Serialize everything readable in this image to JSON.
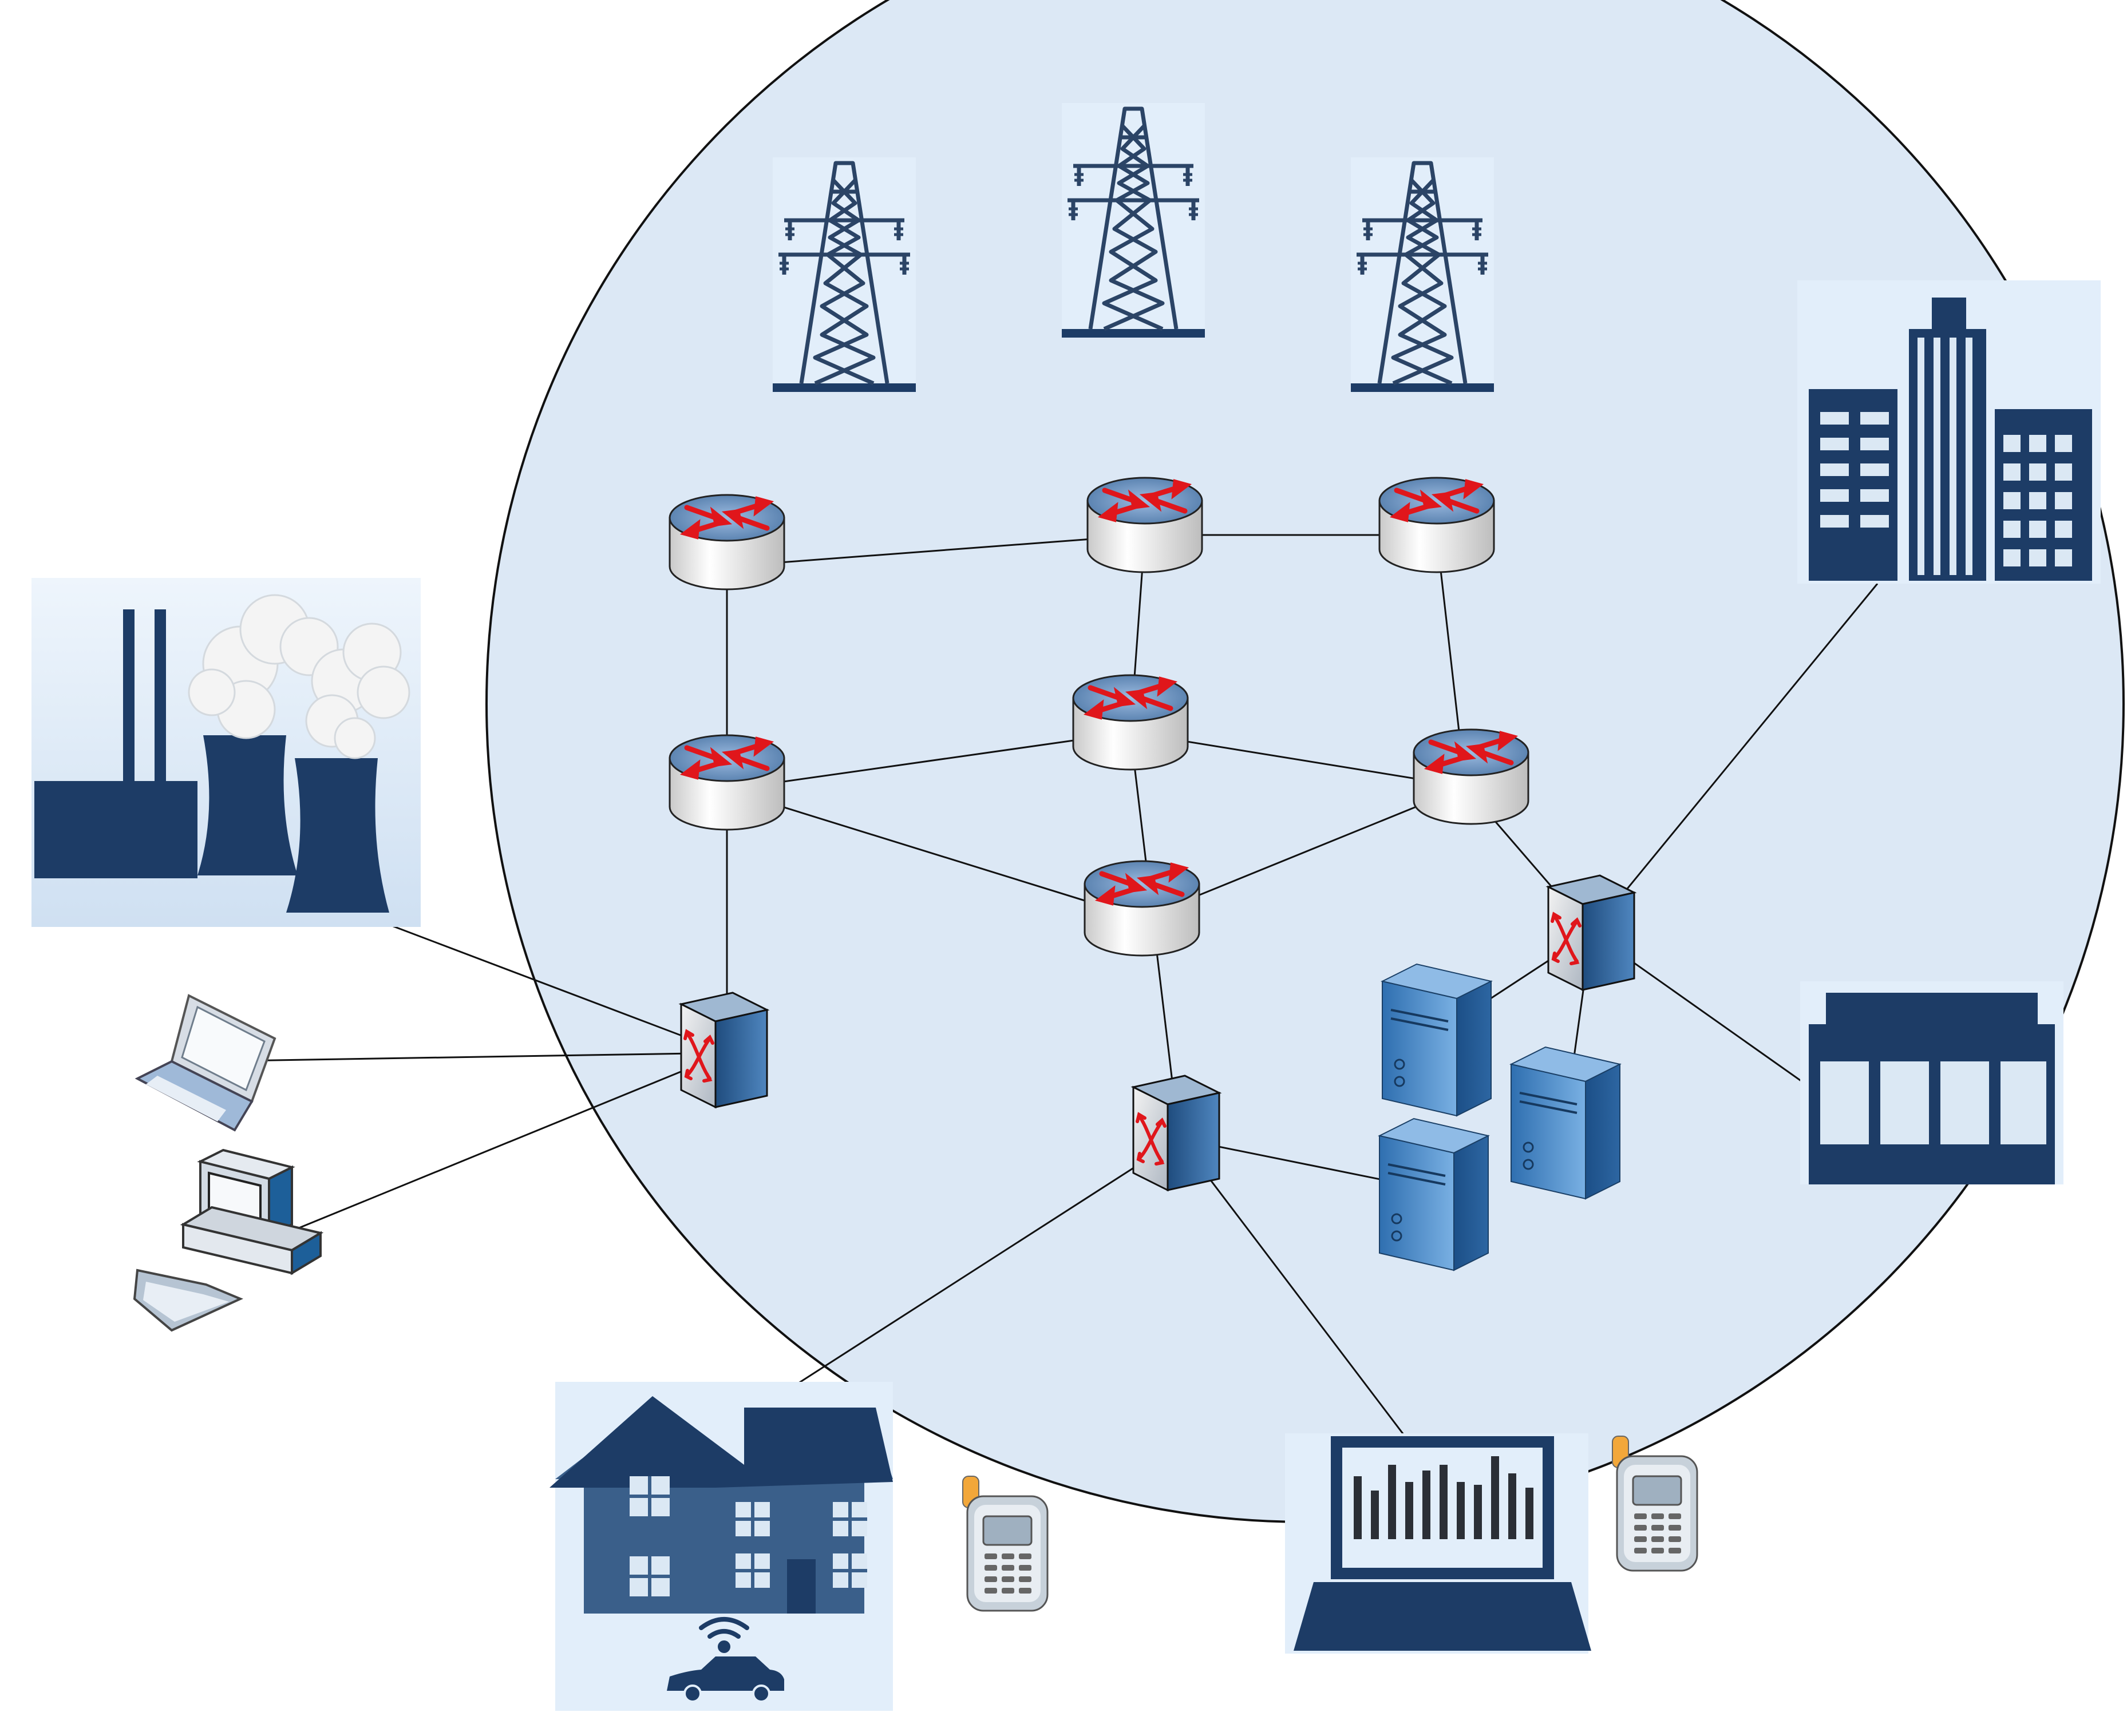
{
  "diagram": {
    "type": "network-topology",
    "colors": {
      "core_cloud": "#dce8f5",
      "icon_navy": "#1d3c66",
      "icon_background": "#e2eefa",
      "router_top": "#6f95bf",
      "router_arrows": "#e0161b",
      "server_blue": "#2f6fb0"
    },
    "nodes": {
      "transmission_towers": [
        "tower-icon",
        "tower-icon",
        "tower-icon"
      ],
      "routers": [
        "router-icon",
        "router-icon",
        "router-icon",
        "router-icon",
        "router-icon",
        "router-icon",
        "router-icon"
      ],
      "switches": [
        "switch-icon",
        "switch-icon",
        "switch-icon"
      ],
      "servers": [
        "server-icon",
        "server-icon",
        "server-icon"
      ],
      "external": [
        "power-plant-icon",
        "laptop-icon",
        "desktop-computer-icon",
        "house-icon",
        "electric-car-icon",
        "wifi-icon",
        "mobile-phone-icon",
        "analytics-laptop-icon",
        "mobile-phone-icon",
        "office-buildings-icon",
        "factory-icon"
      ]
    },
    "connections": [
      [
        "router-1",
        "router-2"
      ],
      [
        "router-2",
        "router-3"
      ],
      [
        "router-1",
        "router-4"
      ],
      [
        "router-2",
        "router-5"
      ],
      [
        "router-3",
        "router-6"
      ],
      [
        "router-4",
        "router-5"
      ],
      [
        "router-5",
        "router-6"
      ],
      [
        "router-4",
        "router-7"
      ],
      [
        "router-7",
        "router-6"
      ],
      [
        "router-4",
        "switch-left"
      ],
      [
        "router-5",
        "switch-middle"
      ],
      [
        "router-6",
        "switch-right"
      ],
      [
        "power-plant",
        "switch-left"
      ],
      [
        "laptop",
        "switch-left"
      ],
      [
        "desktop",
        "switch-left"
      ],
      [
        "switch-middle",
        "house"
      ],
      [
        "switch-middle",
        "analytics-laptop"
      ],
      [
        "switch-middle",
        "server-bottom"
      ],
      [
        "switch-right",
        "server-left"
      ],
      [
        "switch-right",
        "server-right"
      ],
      [
        "switch-right",
        "office-buildings"
      ],
      [
        "switch-right",
        "factory"
      ]
    ]
  }
}
